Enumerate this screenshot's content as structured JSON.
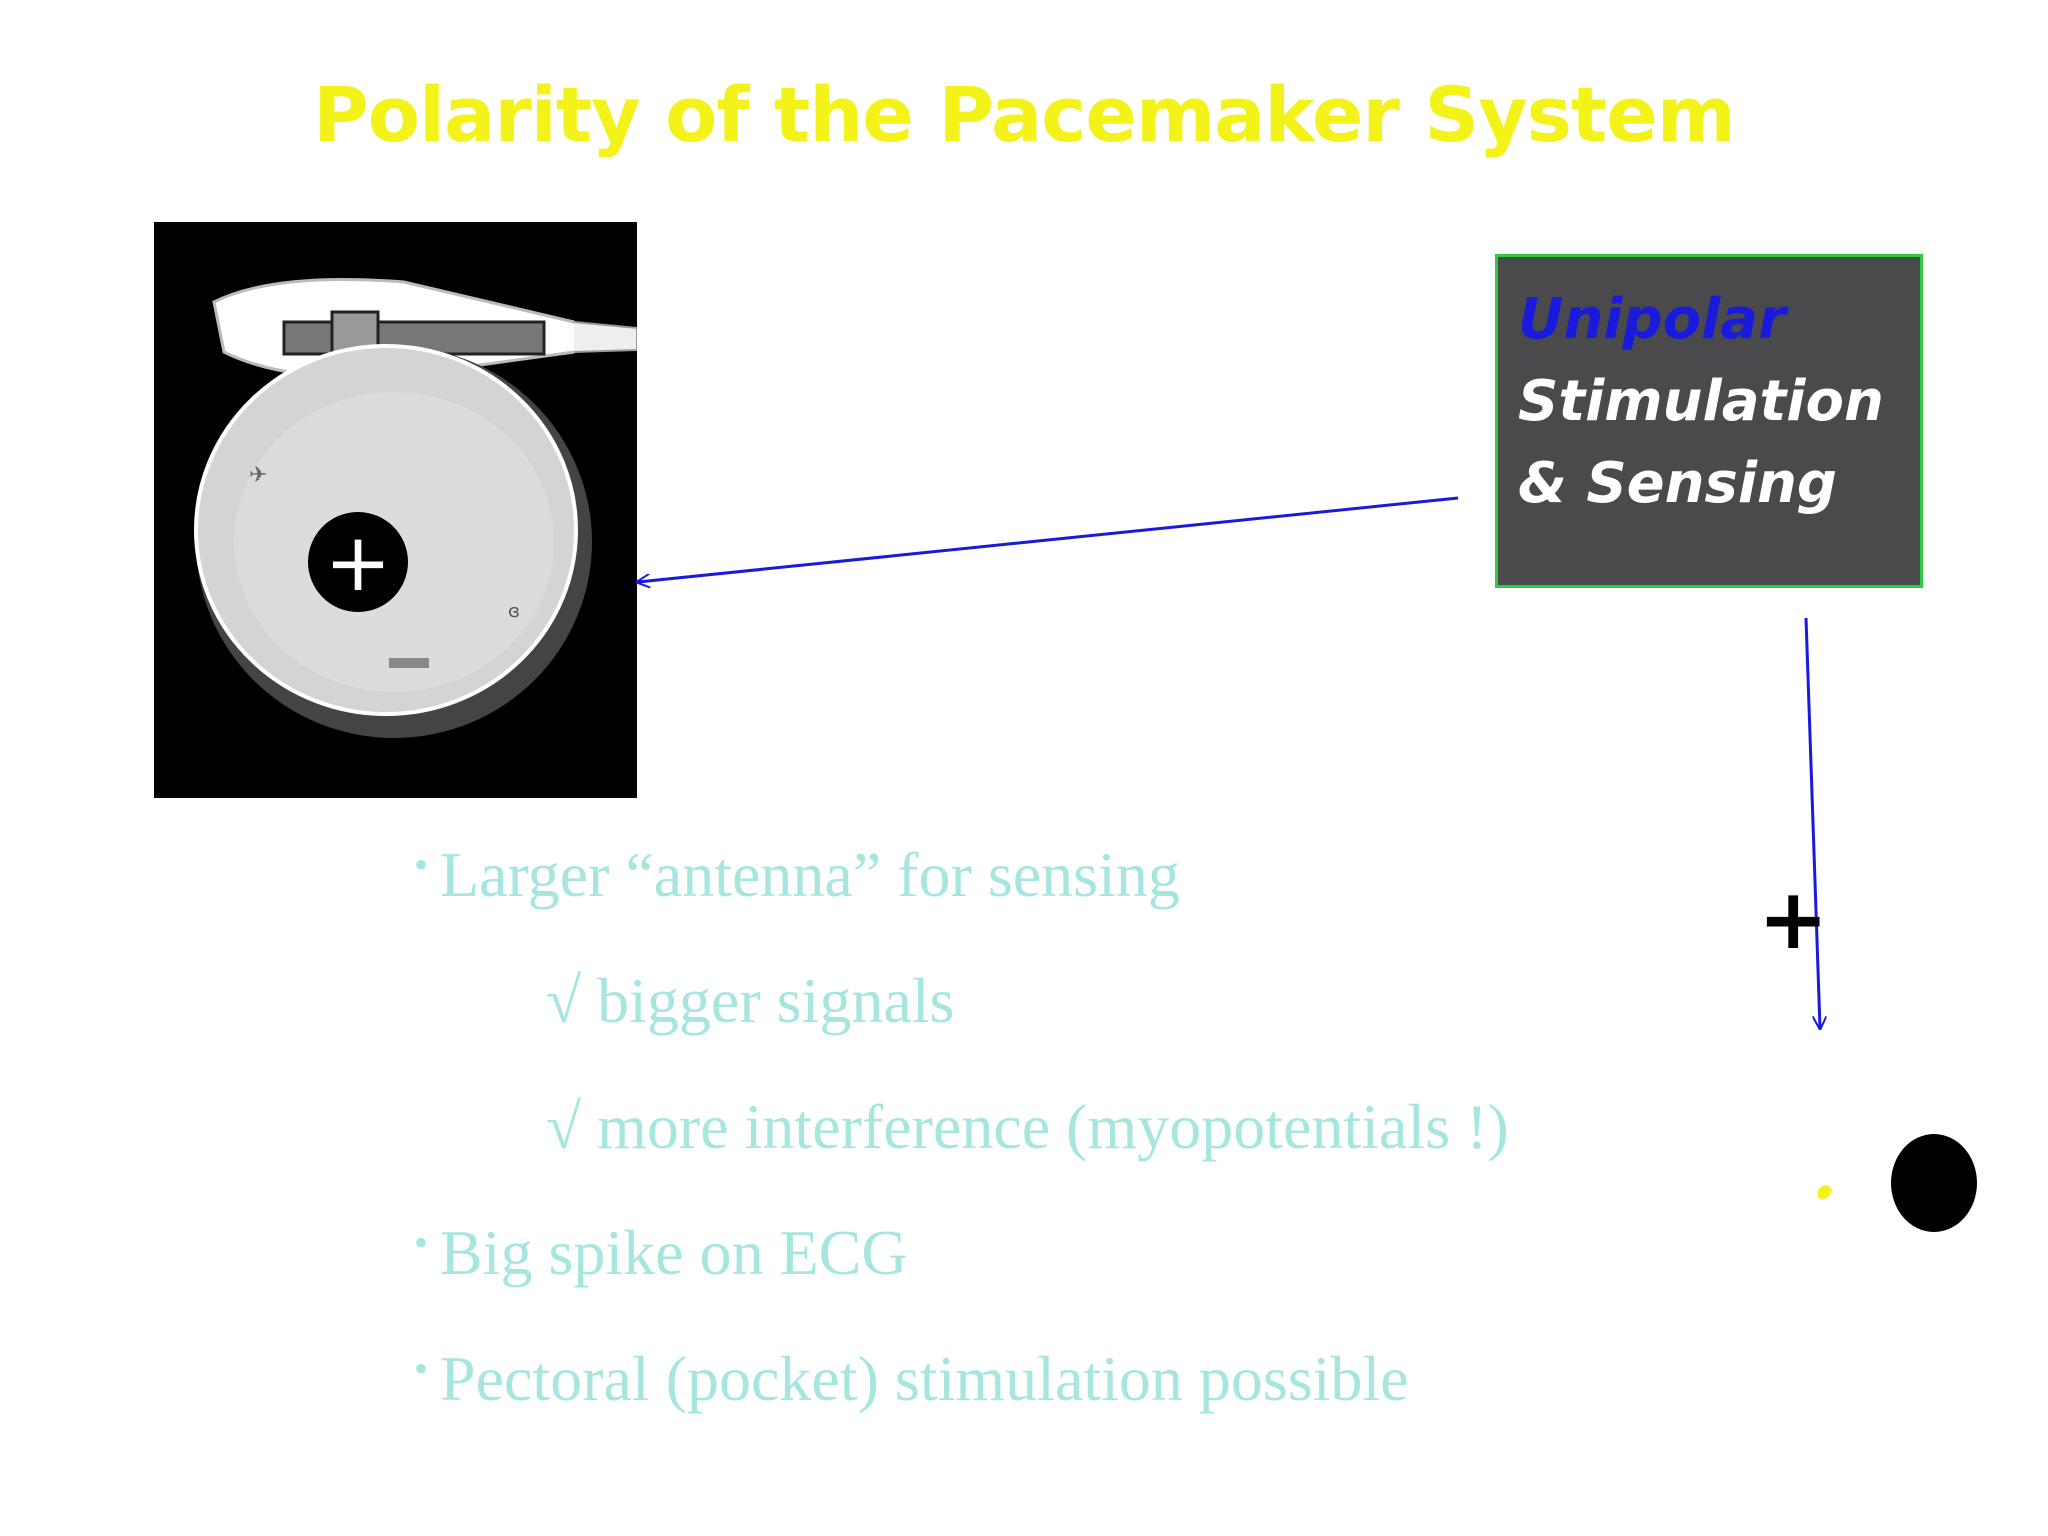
{
  "title": "Polarity of the Pacemaker System",
  "mode_box": {
    "line1": "Unipolar",
    "line2": "Stimulation",
    "line3": "& Sensing"
  },
  "device": {
    "symbol": "+",
    "symbol_electrode": "+"
  },
  "bullets": [
    {
      "marker": "•",
      "text": "Larger “antenna” for sensing"
    },
    {
      "marker": "√",
      "text": "bigger signals"
    },
    {
      "marker": "√",
      "text": "more interference (myopotentials !)"
    },
    {
      "marker": "•",
      "text": "Big spike on ECG"
    },
    {
      "marker": "•",
      "text": "Pectoral (pocket) stimulation possible"
    }
  ],
  "colors": {
    "title": "#f3f31a",
    "arrow": "#1a1adc",
    "box_fill": "#4a4a4c",
    "box_border": "#2ecc40",
    "bullet_text": "#a6e6df"
  }
}
